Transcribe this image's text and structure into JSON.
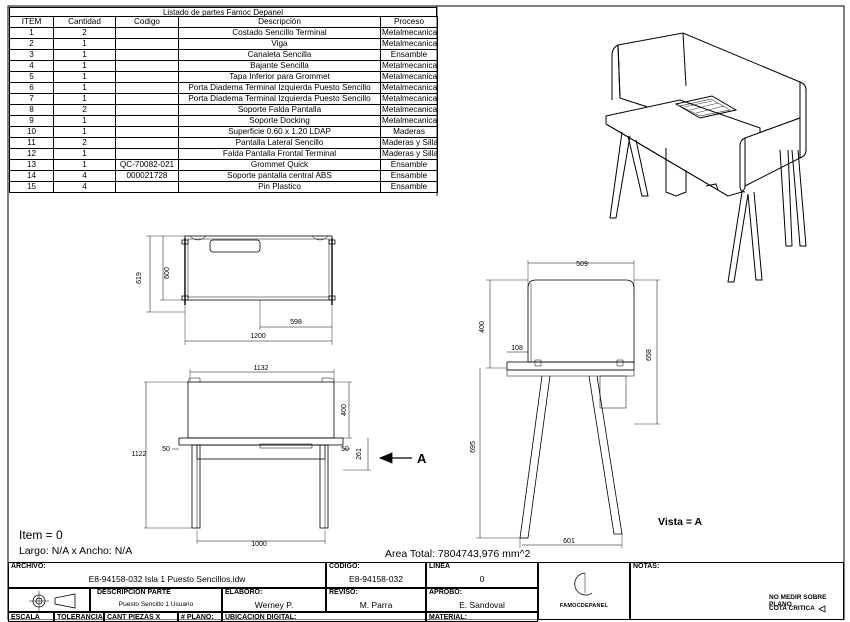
{
  "parts_list": {
    "title": "Listado de partes Famoc Depanel",
    "columns": [
      "ITEM",
      "Cantidad",
      "Codigo",
      "Descripción",
      "Proceso"
    ],
    "rows": [
      [
        "1",
        "2",
        "",
        "Costado Sencillo Terminal",
        "Metalmecanica"
      ],
      [
        "2",
        "1",
        "",
        "Viga",
        "Metalmecanica"
      ],
      [
        "3",
        "1",
        "",
        "Canaleta Sencilla",
        "Ensamble"
      ],
      [
        "4",
        "1",
        "",
        "Bajante Sencilla",
        "Metalmecanica"
      ],
      [
        "5",
        "1",
        "",
        "Tapa Inferior para Grommet",
        "Metalmecanica"
      ],
      [
        "6",
        "1",
        "",
        "Porta Diadema Terminal Izquierda Puesto Sencillo",
        "Metalmecanica"
      ],
      [
        "7",
        "1",
        "",
        "Porta Diadema Terminal Izquierda Puesto Sencillo",
        "Metalmecanica"
      ],
      [
        "8",
        "2",
        "",
        "Soporte Falda Pantalla",
        "Metalmecanica"
      ],
      [
        "9",
        "1",
        "",
        "Soporte Docking",
        "Metalmecanica"
      ],
      [
        "10",
        "1",
        "",
        "Superficie 0.60 x 1.20 LDAP",
        "Maderas"
      ],
      [
        "11",
        "2",
        "",
        "Pantalla Lateral Sencillo",
        "Maderas y Sillas"
      ],
      [
        "12",
        "1",
        "",
        "Falda Pantalla Frontal Terminal",
        "Maderas y Sillas"
      ],
      [
        "13",
        "1",
        "QC-70082-021",
        "Grommet Quick",
        "Ensamble"
      ],
      [
        "14",
        "4",
        "000021728",
        "Soporte pantalla central ABS",
        "Ensamble"
      ],
      [
        "15",
        "4",
        "",
        "Pin Plastico",
        "Ensamble"
      ]
    ]
  },
  "dimensions": {
    "top_width": "1200",
    "top_depth_outer": "619",
    "top_depth_inner": "600",
    "top_partial": "598",
    "front_overall": "1132",
    "front_screen_h": "400",
    "front_total_h": "1122",
    "front_side_left": "50",
    "front_side_right": "50",
    "front_skirt": "261",
    "front_base": "1000",
    "side_top": "509",
    "side_screen": "400",
    "side_offset": "108",
    "side_total": "658",
    "side_leg": "695",
    "side_base": "601"
  },
  "annotations": {
    "item": "Item = 0",
    "size": "Largo: N/A x Ancho: N/A",
    "area": "Area Total: 7804743,976 mm^2",
    "arrow_label": "A",
    "view_label": "Vista = A"
  },
  "title_block": {
    "archivo_label": "ARCHIVO:",
    "archivo_value": "E8-94158-032 Isla 1 Puesto Sencillos.idw",
    "codigo_label": "CODIGO:",
    "codigo_value": "E8-94158-032",
    "linea_label": "LINEA",
    "linea_value": "0",
    "descripcion_label": "DESCRIPCION PARTE",
    "descripcion_value": "Puesto Sencillo 1 Usuario",
    "elaboro_label": "ELABORO:",
    "elaboro_value": "Werney P.",
    "reviso_label": "REVISO:",
    "reviso_value": "M. Parra",
    "aprobo_label": "APROBO:",
    "aprobo_value": "E. Sandoval",
    "logo_text": "FAMOCDEPANEL",
    "notas_label": "NOTAS:",
    "no_medir": "NO MEDIR SOBRE PLANO",
    "cota_critica": "COTA CRITICA",
    "bottom_escala": "ESCALA",
    "bottom_tolerancia": "TOLERANCIA",
    "bottom_cant": "CANT PIEZAS X UND",
    "bottom_plano": "# PLANO:",
    "bottom_ubicacion": "UBICACION DIGITAL:",
    "bottom_material": "MATERIAL:"
  }
}
